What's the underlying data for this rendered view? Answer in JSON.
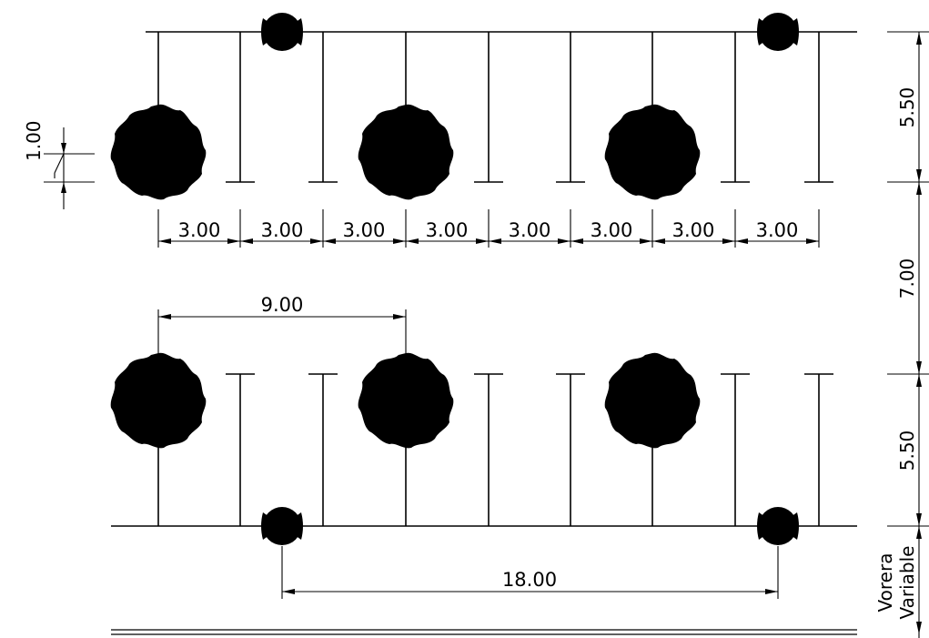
{
  "drawing": {
    "stall_widths": [
      "3.00",
      "3.00",
      "3.00",
      "3.00",
      "3.00",
      "3.00",
      "3.00",
      "3.00"
    ],
    "left_dimension": "1.00",
    "span_dimension": "9.00",
    "lamp_spacing": "18.00",
    "right_dimensions": [
      "5.50",
      "7.00",
      "5.50"
    ],
    "sidewalk_label": {
      "line1": "Vorera",
      "line2": "Variable"
    }
  },
  "colors": {
    "lines": "#000000",
    "trees": "#a6f07a",
    "background": "#ffffff"
  },
  "icons": {
    "tree": "tree-symbol-icon",
    "lamp": "street-lamp-icon"
  }
}
